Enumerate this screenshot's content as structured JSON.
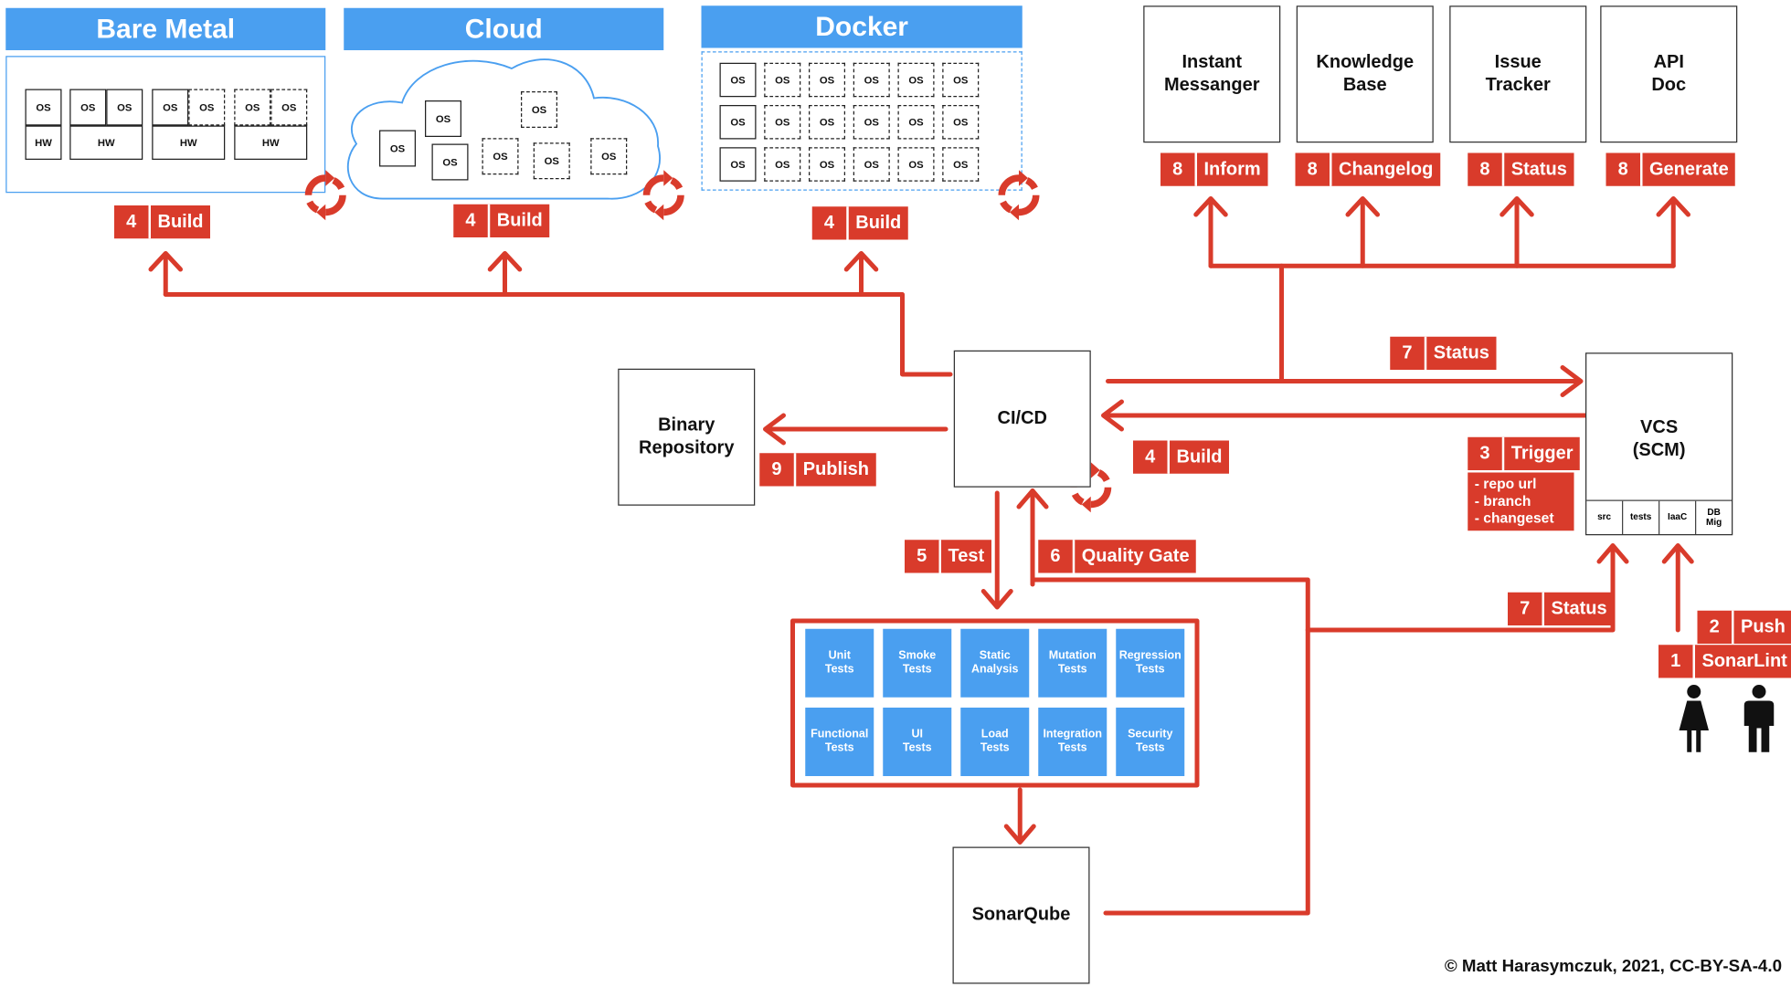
{
  "environments": {
    "bare_metal": {
      "title": "Bare Metal",
      "os_label": "OS",
      "hw_label": "HW"
    },
    "cloud": {
      "title": "Cloud",
      "os_label": "OS"
    },
    "docker": {
      "title": "Docker",
      "os_label": "OS"
    }
  },
  "tools": [
    {
      "label": "Instant\nMessanger"
    },
    {
      "label": "Knowledge\nBase"
    },
    {
      "label": "Issue\nTracker"
    },
    {
      "label": "API\nDoc"
    }
  ],
  "tool_steps": [
    {
      "num": "8",
      "label": "Inform"
    },
    {
      "num": "8",
      "label": "Changelog"
    },
    {
      "num": "8",
      "label": "Status"
    },
    {
      "num": "8",
      "label": "Generate"
    }
  ],
  "build_steps": [
    {
      "num": "4",
      "label": "Build"
    },
    {
      "num": "4",
      "label": "Build"
    },
    {
      "num": "4",
      "label": "Build"
    }
  ],
  "nodes": {
    "cicd": "CI/CD",
    "binary_repo": "Binary\nRepository",
    "vcs": "VCS\n(SCM)",
    "sonarqube": "SonarQube"
  },
  "vcs_cells": [
    "src",
    "tests",
    "IaaC",
    "DB\nMig"
  ],
  "steps": {
    "publish": {
      "num": "9",
      "label": "Publish"
    },
    "build_from_vcs": {
      "num": "4",
      "label": "Build"
    },
    "status_top": {
      "num": "7",
      "label": "Status"
    },
    "trigger": {
      "num": "3",
      "label": "Trigger"
    },
    "test": {
      "num": "5",
      "label": "Test"
    },
    "quality_gate": {
      "num": "6",
      "label": "Quality Gate"
    },
    "status_bottom": {
      "num": "7",
      "label": "Status"
    },
    "push": {
      "num": "2",
      "label": "Push"
    },
    "sonarlint": {
      "num": "1",
      "label": "SonarLint"
    }
  },
  "trigger_details": "- repo url\n- branch\n- changeset",
  "tests": [
    {
      "label": "Unit\nTests"
    },
    {
      "label": "Smoke\nTests"
    },
    {
      "label": "Static\nAnalysis"
    },
    {
      "label": "Mutation\nTests"
    },
    {
      "label": "Regression\nTests"
    },
    {
      "label": "Functional\nTests"
    },
    {
      "label": "UI\nTests"
    },
    {
      "label": "Load\nTests"
    },
    {
      "label": "Integration\nTests"
    },
    {
      "label": "Security\nTests"
    }
  ],
  "copyright": "© Matt Harasymczuk, 2021, CC-BY-SA-4.0",
  "colors": {
    "accent_red": "#d93b2b",
    "accent_blue": "#4a9ff0"
  },
  "icons": [
    "cycle-icon",
    "female-user-icon",
    "male-user-icon",
    "arrow-icon"
  ]
}
